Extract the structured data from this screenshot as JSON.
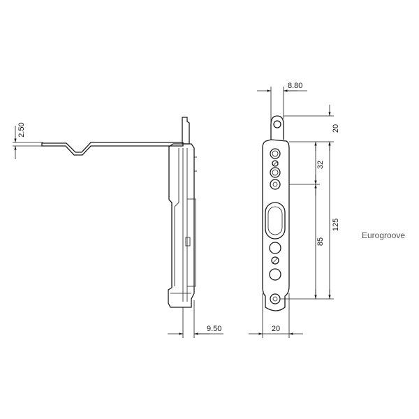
{
  "dimensions": {
    "width_side_offset": "9.50",
    "hook_thickness": "2.50",
    "tab_offset": "8.80",
    "top_tab_height": "20",
    "hole_pitch_top": "32",
    "overall_length": "125",
    "slot_to_screw": "85",
    "plate_width": "20"
  },
  "product_label": "Eurogroove",
  "colors": {
    "line": "#1a1a1a",
    "label": "#555555"
  }
}
